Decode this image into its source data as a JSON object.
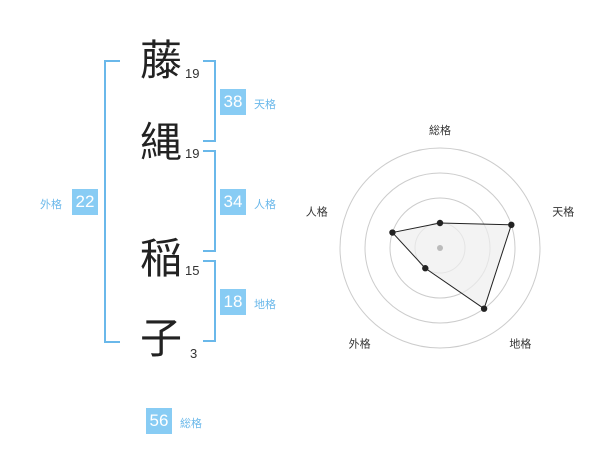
{
  "name": {
    "chars": [
      {
        "char": "藤",
        "strokes": "19"
      },
      {
        "char": "縄",
        "strokes": "19"
      },
      {
        "char": "稲",
        "strokes": "15"
      },
      {
        "char": "子",
        "strokes": "3"
      }
    ]
  },
  "fortunes": {
    "tenkaku": {
      "value": "38",
      "label": "天格"
    },
    "jinkaku": {
      "value": "34",
      "label": "人格"
    },
    "chikaku": {
      "value": "18",
      "label": "地格"
    },
    "gaikaku": {
      "value": "22",
      "label": "外格"
    },
    "soukaku": {
      "value": "56",
      "label": "総格"
    }
  },
  "radar": {
    "axes": [
      "総格",
      "天格",
      "地格",
      "外格",
      "人格"
    ],
    "rings": 4,
    "max": 4,
    "values": [
      1,
      3,
      3,
      1,
      2
    ],
    "colors": {
      "fill": "#eeeeee",
      "line": "#222222",
      "ring": "#cccccc",
      "center": "#bbbbbb"
    }
  }
}
